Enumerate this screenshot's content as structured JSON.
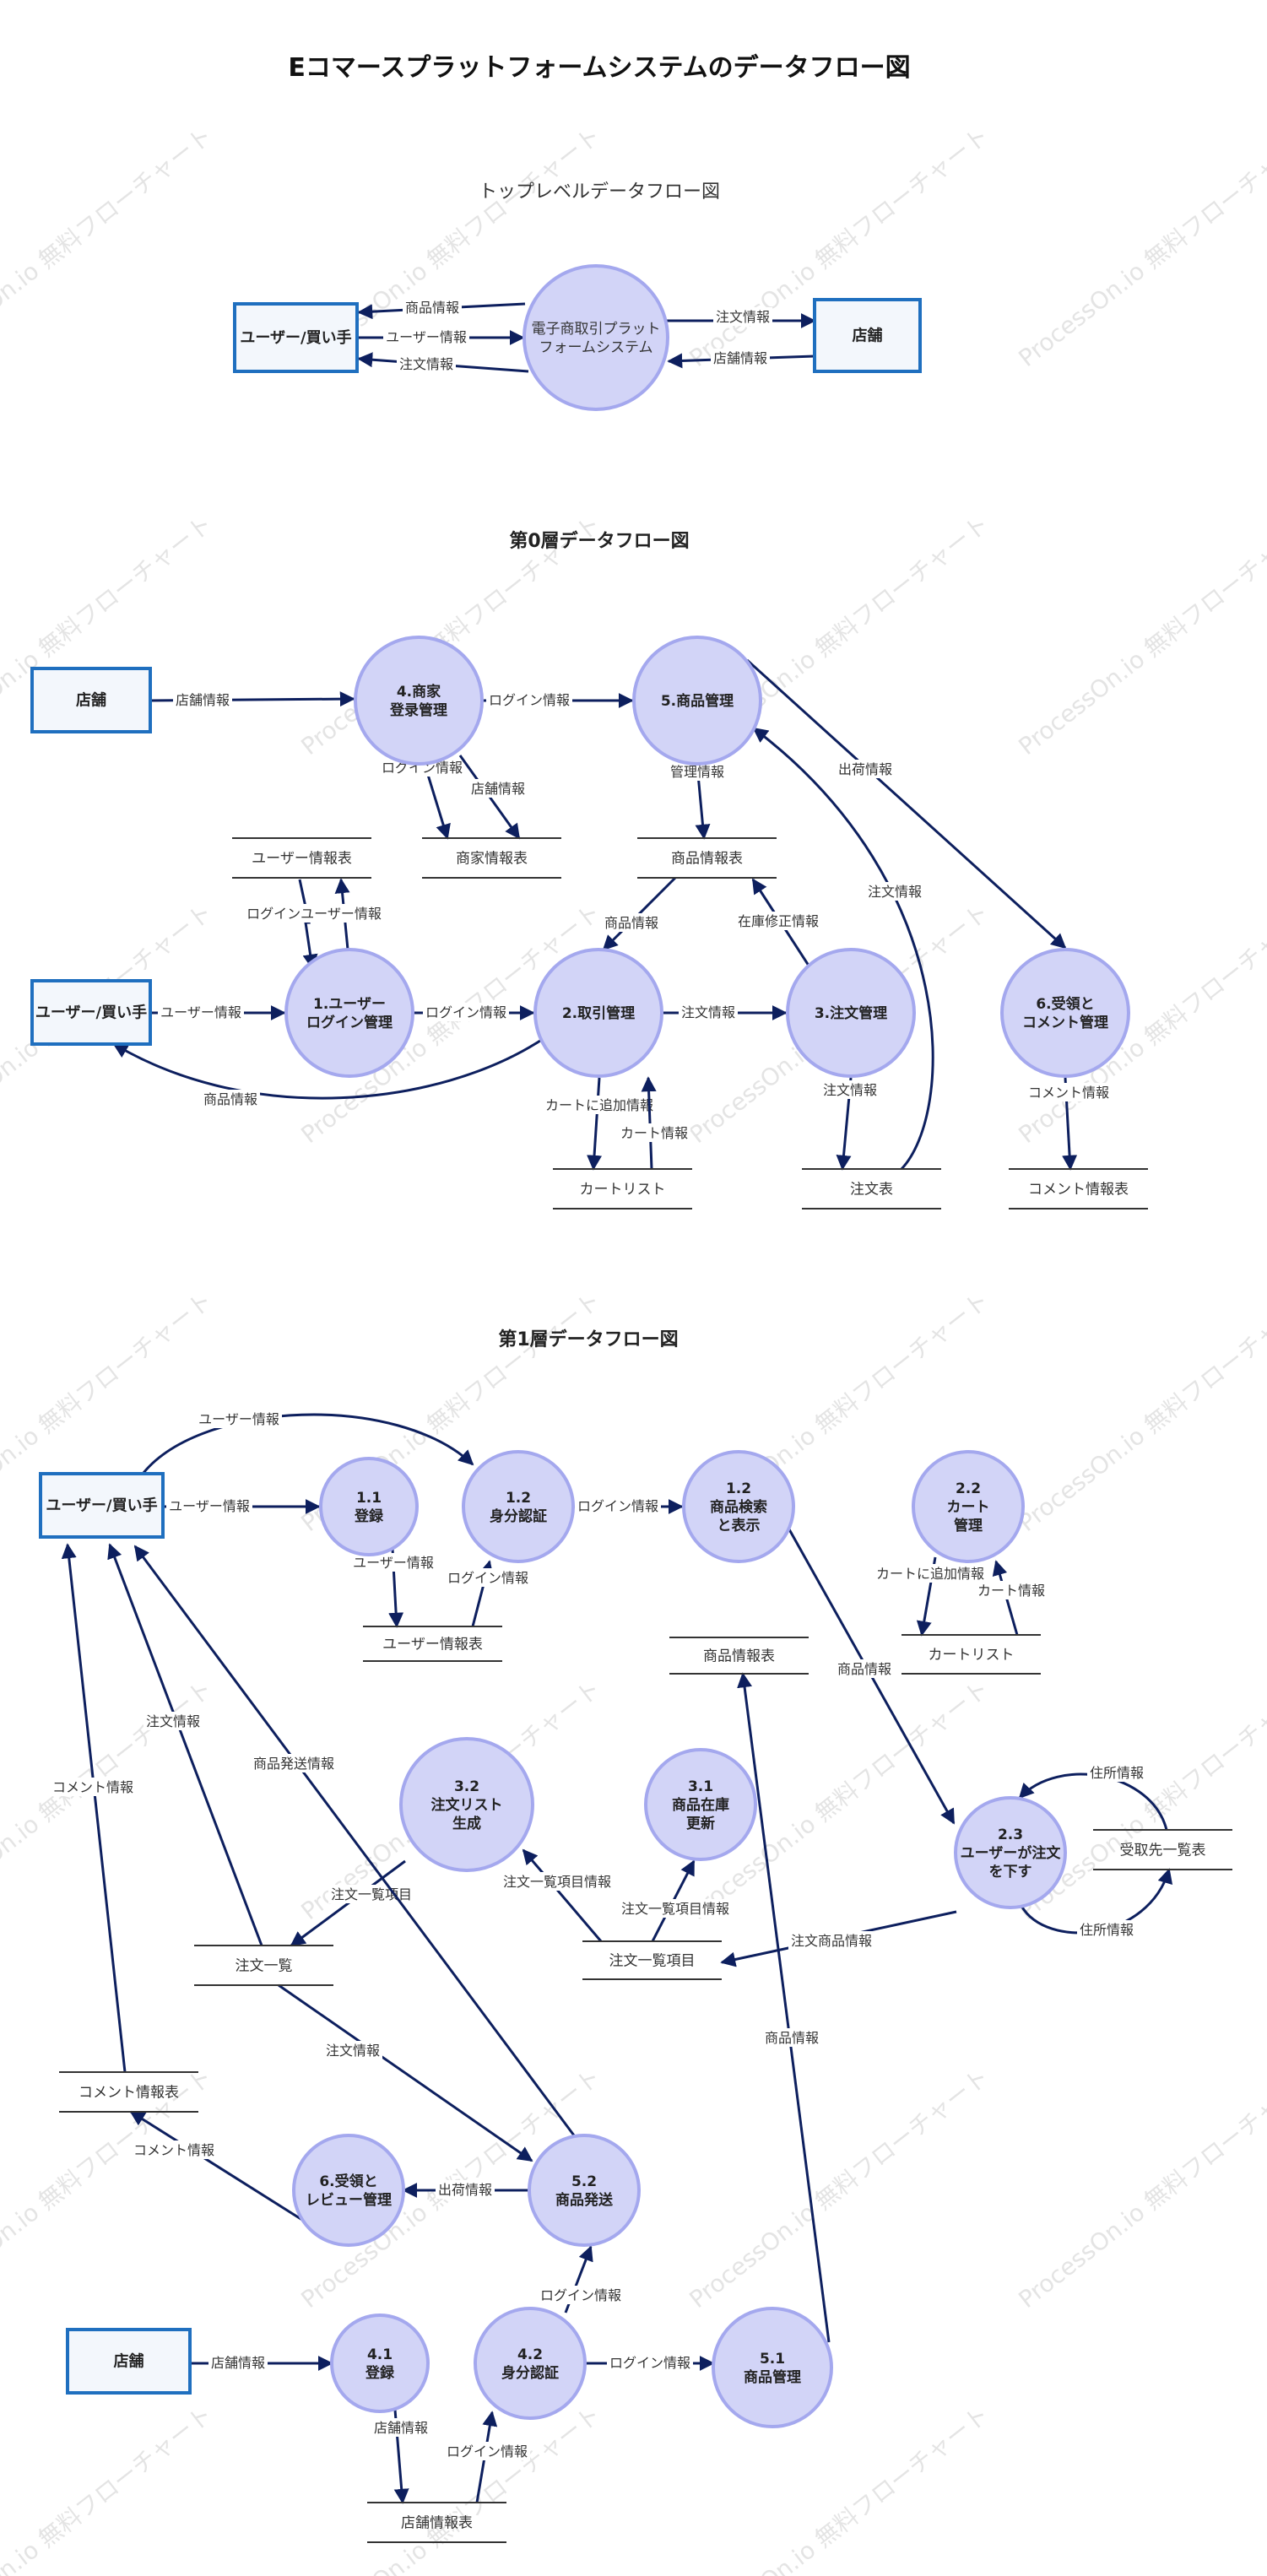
{
  "title": "Eコマースプラットフォームシステムのデータフロー図",
  "watermark": "ProcessOn.io 無料フローチャート",
  "colors": {
    "entity_border": "#1f6fbf",
    "process_fill": "#d2d4f7",
    "process_border": "#a4a8ee",
    "arrow": "#0d1f5e"
  },
  "sections": {
    "top": "トップレベルデータフロー図",
    "level0": "第0層データフロー図",
    "level1": "第1層データフロー図"
  },
  "entities": {
    "user": "ユーザー/買い手",
    "shop": "店舗"
  },
  "processes": {
    "system": [
      "電子商取引プラット",
      "フォームシステム"
    ],
    "p0_4": [
      "4.商家",
      "登录管理"
    ],
    "p0_5": [
      "5.商品管理"
    ],
    "p0_1": [
      "1.ユーザー",
      "ログイン管理"
    ],
    "p0_2": [
      "2.取引管理"
    ],
    "p0_3": [
      "3.注文管理"
    ],
    "p0_6": [
      "6.受領と",
      "コメント管理"
    ],
    "p1_11": [
      "1.1",
      "登録"
    ],
    "p1_12a": [
      "1.2",
      "身分認証"
    ],
    "p1_12b": [
      "1.2",
      "商品検索",
      "と表示"
    ],
    "p1_22": [
      "2.2",
      "カート",
      "管理"
    ],
    "p1_23": [
      "2.3",
      "ユーザーが注文",
      "を下す"
    ],
    "p1_32": [
      "3.2",
      "注文リスト",
      "生成"
    ],
    "p1_31": [
      "3.1",
      "商品在庫",
      "更新"
    ],
    "p1_6": [
      "6.受領と",
      "レビュー管理"
    ],
    "p1_52": [
      "5.2",
      "商品発送"
    ],
    "p1_41": [
      "4.1",
      "登録"
    ],
    "p1_42": [
      "4.2",
      "身分認証"
    ],
    "p1_51": [
      "5.1",
      "商品管理"
    ]
  },
  "stores": {
    "user_info": "ユーザー情報表",
    "merchant_info": "商家情報表",
    "product_info": "商品情報表",
    "cart_list": "カートリスト",
    "order_table": "注文表",
    "comment_info": "コメント情報表",
    "receiver_list": "受取先一覧表",
    "order_items": "注文一覧項目",
    "order_list": "注文一覧",
    "shop_info": "店舗情報表"
  },
  "labels": {
    "product_info": "商品情報",
    "user_info": "ユーザー情報",
    "order_info": "注文情報",
    "shop_info": "店舗情報",
    "login_info": "ログイン情報",
    "login_user_info": "ログインユーザー情報",
    "shipping_info": "出荷情報",
    "manage_info": "管理情報",
    "stock_update_info": "在庫修正情報",
    "add_to_cart_info": "カートに追加情報",
    "cart_info": "カート情報",
    "comment_info": "コメント情報",
    "address_info": "住所情報",
    "order_product_info": "注文商品情報",
    "order_item_info": "注文一覧項目情報",
    "order_item": "注文一覧項目",
    "product_ship_info": "商品発送情報"
  }
}
